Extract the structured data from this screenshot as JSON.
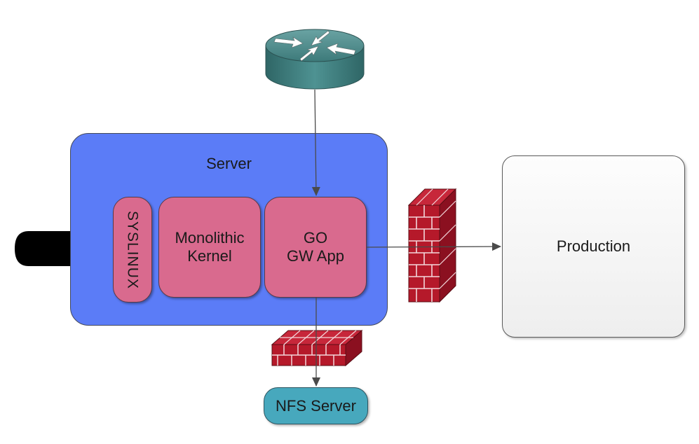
{
  "server": {
    "label": "Server"
  },
  "syslinux": {
    "label": "SYSLINUX"
  },
  "kernel": {
    "line1": "Monolithic",
    "line2": "Kernel"
  },
  "gw_app": {
    "line1": "GO",
    "line2": "GW App"
  },
  "production": {
    "label": "Production"
  },
  "nfs": {
    "label": "NFS Server"
  },
  "colors": {
    "server_fill": "#5b7cf7",
    "component_fill": "#d96a8e",
    "nfs_fill": "#47a8bd",
    "production_fill": "#f4f4f4",
    "router_fill": "#3f7c7a",
    "firewall_brick": "#b5192a"
  },
  "icons": {
    "router": "router-icon",
    "usb": "usb-drive-icon",
    "firewall_right": "firewall-icon",
    "firewall_bottom": "firewall-icon"
  }
}
